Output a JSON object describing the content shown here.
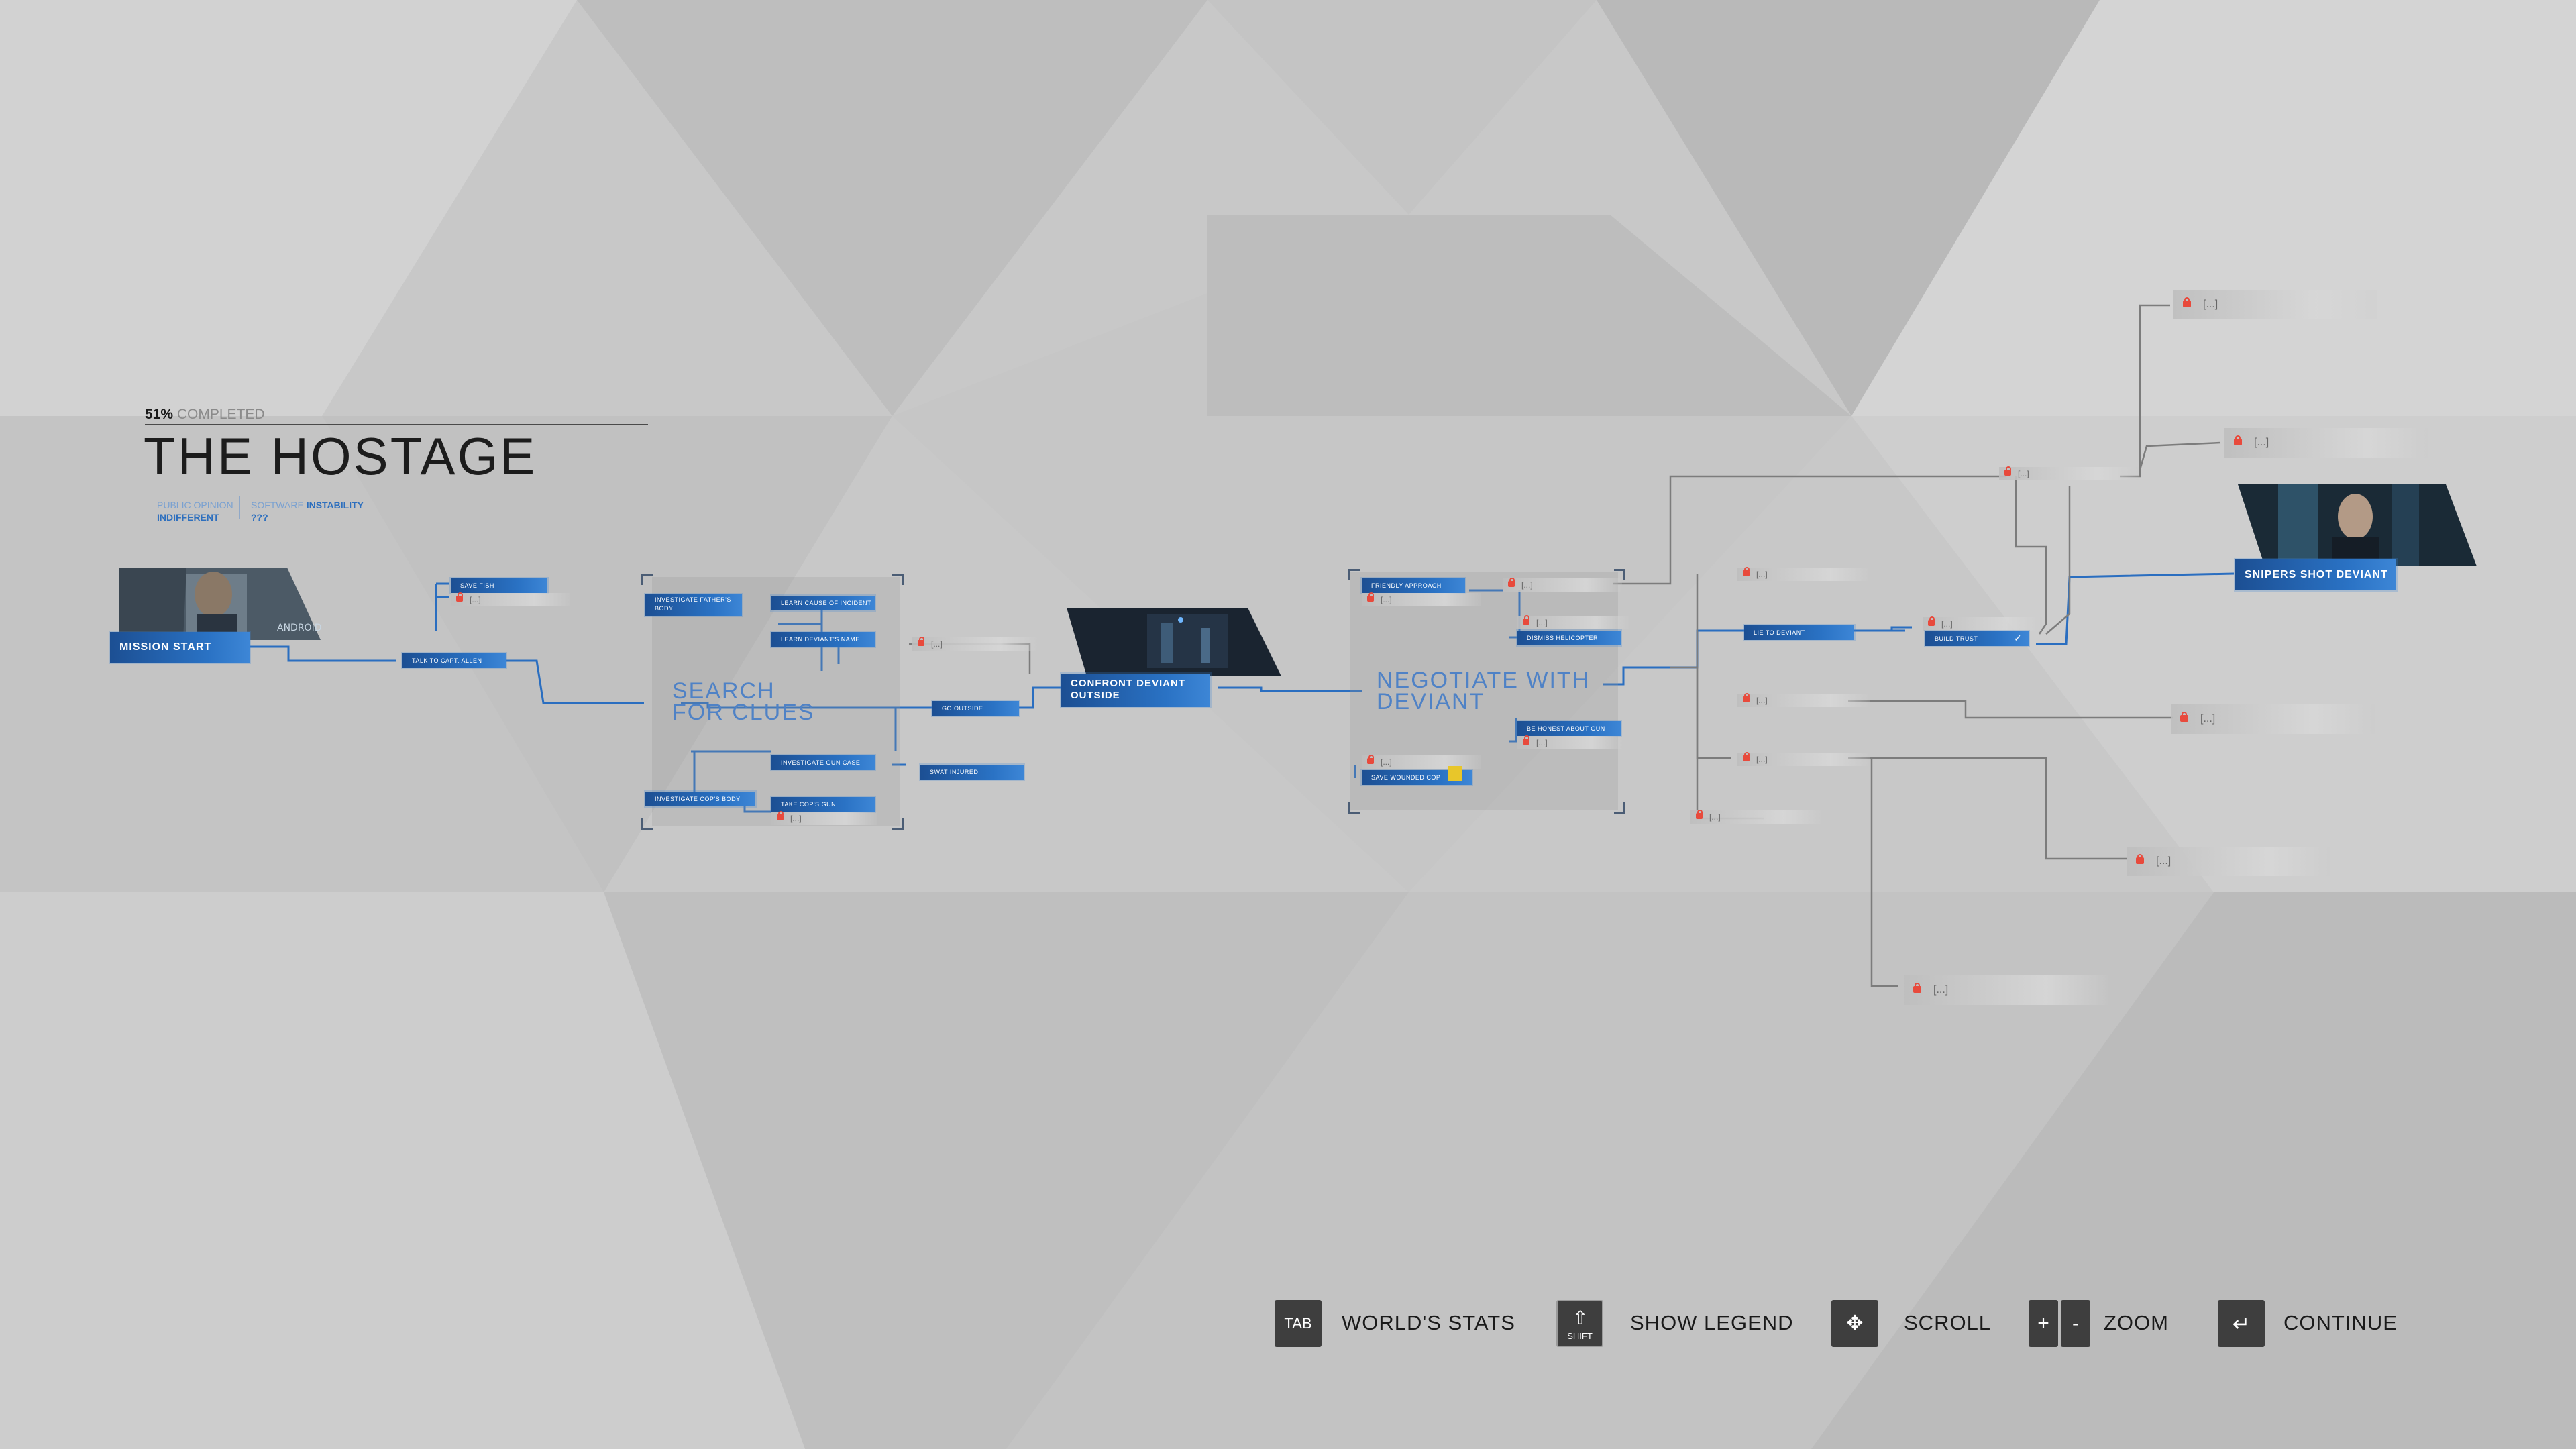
{
  "header": {
    "percent": "51%",
    "completed_label": "COMPLETED",
    "title": "THE HOSTAGE",
    "stats": [
      {
        "key": "PUBLIC OPINION",
        "value": "INDIFFERENT"
      },
      {
        "key_a": "SOFTWARE",
        "key_b": "INSTABILITY",
        "value": "???"
      }
    ]
  },
  "nodes": {
    "mission_start": "MISSION START",
    "thumb_text": "ANDROID",
    "save_fish": "SAVE FISH",
    "talk_to_capt_allen": "TALK TO CAPT. ALLEN",
    "investigate_fathers_body": "INVESTIGATE FATHER'S BODY",
    "learn_cause_of_incident": "LEARN CAUSE OF INCIDENT",
    "learn_deviants_name": "LEARN DEVIANT'S NAME",
    "search_for_clues": "SEARCH FOR CLUES",
    "go_outside": "GO OUTSIDE",
    "investigate_gun_case": "INVESTIGATE GUN CASE",
    "investigate_cops_body": "INVESTIGATE COP'S BODY",
    "take_cops_gun": "TAKE COP'S GUN",
    "swat_injured": "SWAT INJURED",
    "confront_deviant_outside": "CONFRONT DEVIANT OUTSIDE",
    "friendly_approach": "FRIENDLY APPROACH",
    "dismiss_helicopter": "DISMISS HELICOPTER",
    "negotiate_with_deviant": "NEGOTIATE WITH DEVIANT",
    "be_honest_about_gun": "BE HONEST ABOUT GUN",
    "save_wounded_cop": "SAVE WOUNDED COP",
    "lie_to_deviant": "LIE TO DEVIANT",
    "build_trust": "BUILD TRUST",
    "snipers_shot_deviant": "SNIPERS SHOT DEVIANT",
    "locked": "[...]"
  },
  "controls": [
    {
      "key": "TAB",
      "label": "WORLD'S STATS"
    },
    {
      "key": "SHIFT",
      "label": "SHOW LEGEND"
    },
    {
      "key": "✥",
      "label": "SCROLL"
    },
    {
      "key_plus": "+",
      "key_minus": "-",
      "label": "ZOOM"
    },
    {
      "key": "↵",
      "label": "CONTINUE"
    }
  ],
  "colors": {
    "accent": "#2a72c4",
    "lock": "#e84a3c",
    "bg": "#c9c9c9"
  }
}
